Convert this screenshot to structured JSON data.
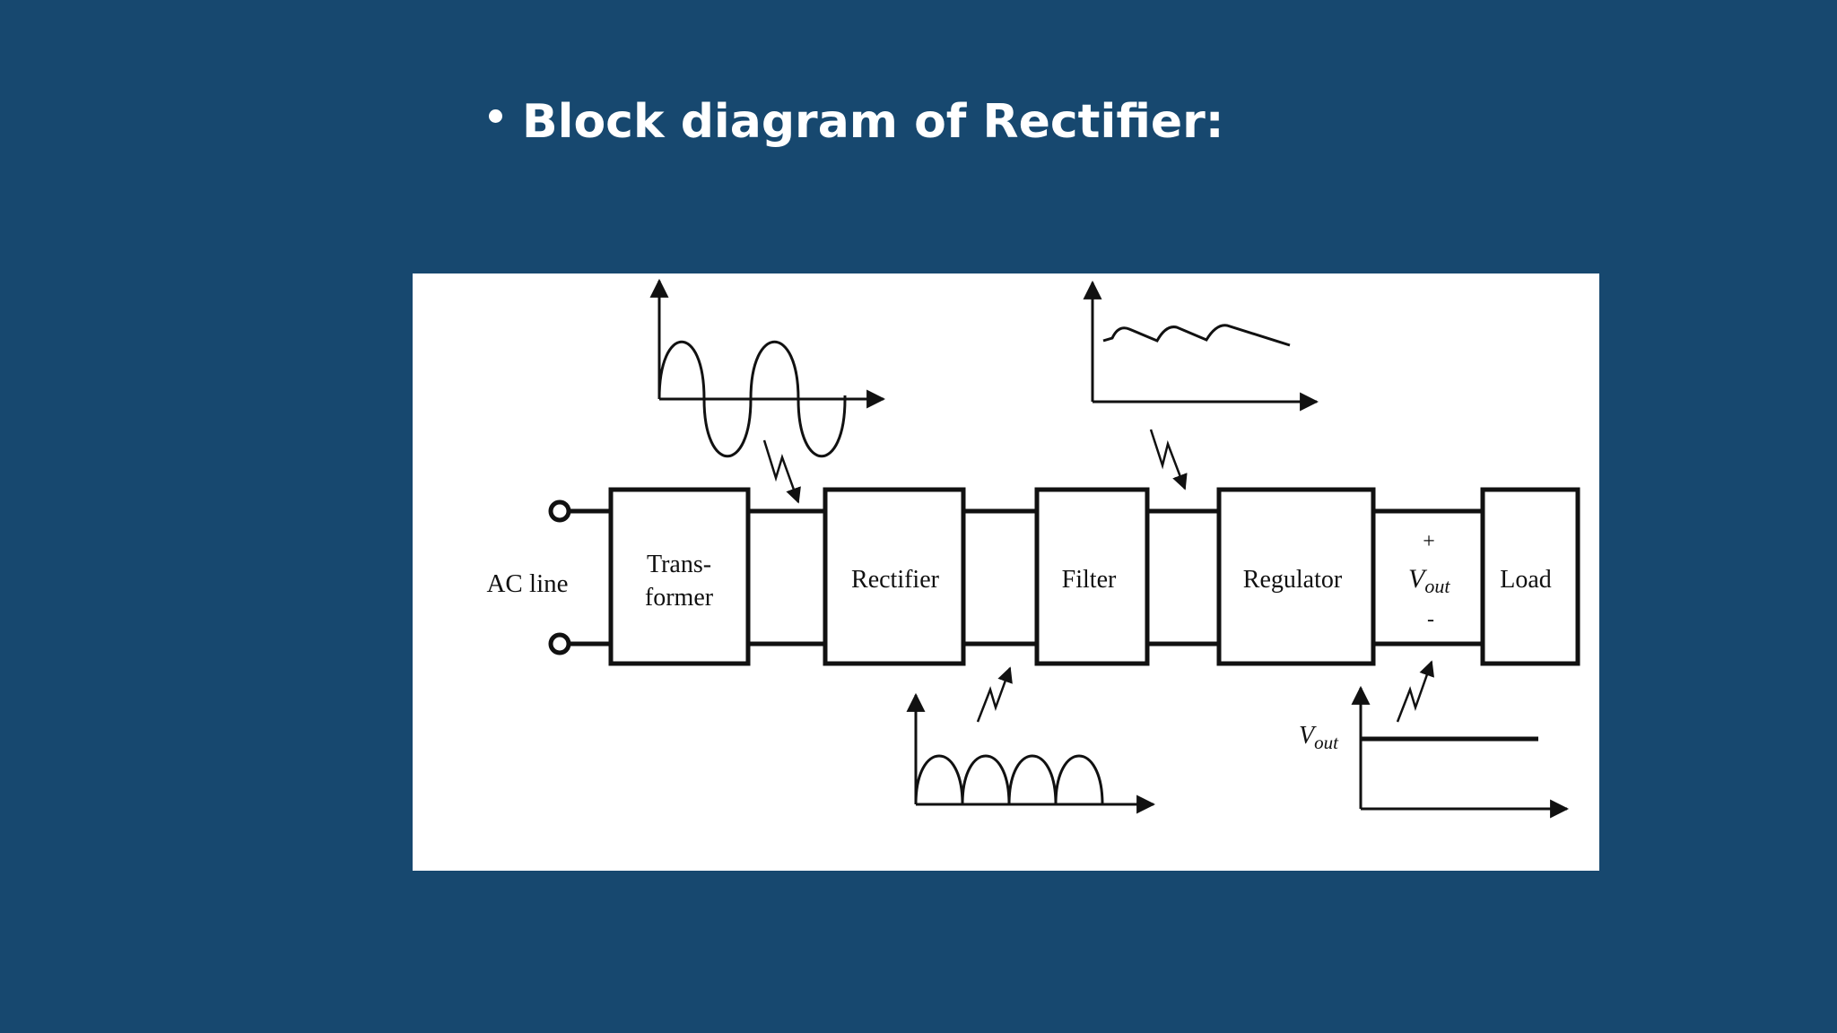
{
  "slide": {
    "bullet_text": "Block diagram of Rectifier:"
  },
  "diagram": {
    "input_label": "AC line",
    "blocks": {
      "transformer_line1": "Trans-",
      "transformer_line2": "former",
      "rectifier": "Rectifier",
      "filter": "Filter",
      "regulator": "Regulator",
      "load": "Load"
    },
    "output_terminal": {
      "plus": "+",
      "v": "V",
      "sub": "out",
      "minus": "-"
    },
    "graph_dc_label": {
      "v": "V",
      "sub": "out"
    }
  },
  "colors": {
    "background": "#17486f",
    "panel": "#ffffff",
    "ink": "#111111",
    "title_text": "#ffffff"
  }
}
